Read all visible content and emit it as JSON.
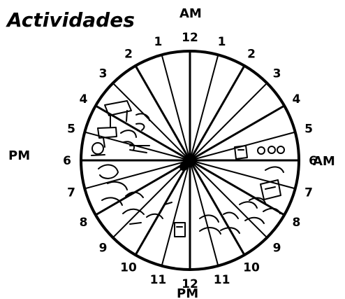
{
  "title": "Actividades",
  "labels": {
    "am_top": "AM",
    "am_right": "AM",
    "pm_left": "PM",
    "pm_bottom": "PM"
  },
  "hours": [
    "12",
    "1",
    "2",
    "3",
    "4",
    "5",
    "6",
    "7",
    "8",
    "9",
    "10",
    "11",
    "12",
    "11",
    "10",
    "9",
    "8",
    "7",
    "6",
    "5",
    "4",
    "3",
    "2",
    "1"
  ],
  "colors": {
    "ink": "#000000",
    "paper": "#ffffff"
  },
  "icons": [
    "house-icon",
    "work-icon",
    "people-icon",
    "cooking-icon",
    "eating-icon",
    "walking-icon",
    "sleep-icon"
  ]
}
